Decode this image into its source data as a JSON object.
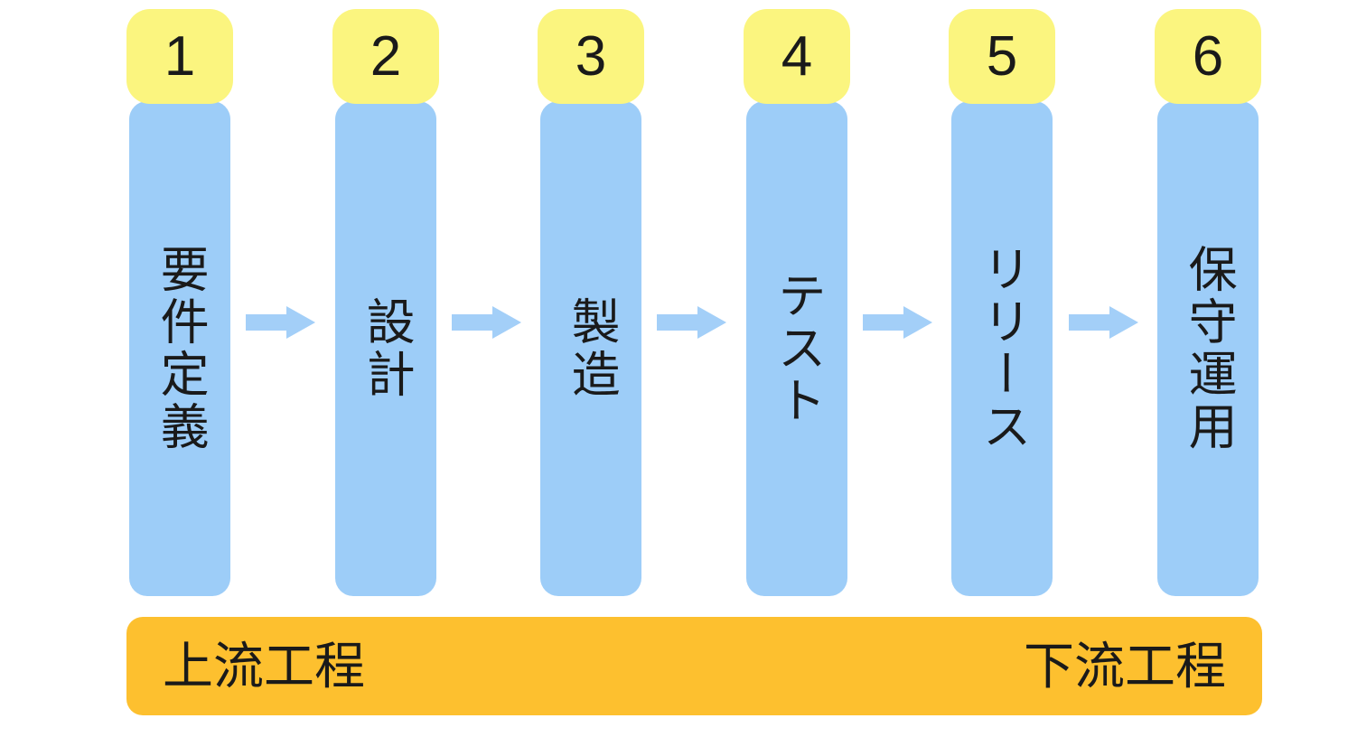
{
  "diagram": {
    "type": "process-flow",
    "steps": [
      {
        "number": "1",
        "label": "要件定義"
      },
      {
        "number": "2",
        "label": "設計"
      },
      {
        "number": "3",
        "label": "製造"
      },
      {
        "number": "4",
        "label": "テスト"
      },
      {
        "number": "5",
        "label": "リリース"
      },
      {
        "number": "6",
        "label": "保守運用"
      }
    ],
    "arrow_icon": "right-arrow",
    "footer": {
      "left_label": "上流工程",
      "right_label": "下流工程"
    },
    "colors": {
      "step_badge_yellow": "#FBF57F",
      "column_blue": "#9DCDF8",
      "arrow_blue": "#A3CFF8",
      "footer_orange": "#FDC02F",
      "text": "#1A1A1A"
    }
  }
}
